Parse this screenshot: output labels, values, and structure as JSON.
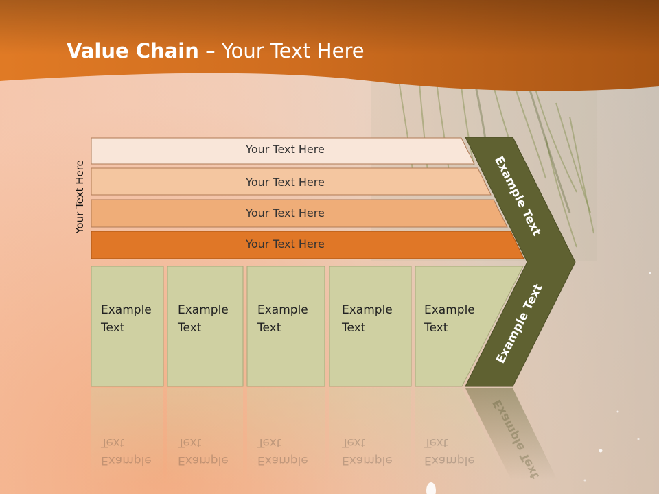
{
  "slide": {
    "title_bold": "Value Chain",
    "title_rest": " – Your Text Here",
    "side_label": "Your Text Here",
    "bars": [
      {
        "label": "Your Text Here",
        "color": "#f9e6d9"
      },
      {
        "label": "Your Text Here",
        "color": "#f4c6a0"
      },
      {
        "label": "Your Text Here",
        "color": "#efad78"
      },
      {
        "label": "Your Text Here",
        "color": "#e07727"
      }
    ],
    "boxes": [
      {
        "line1": "Example",
        "line2": "Text"
      },
      {
        "line1": "Example",
        "line2": "Text"
      },
      {
        "line1": "Example",
        "line2": "Text"
      },
      {
        "line1": "Example",
        "line2": "Text"
      },
      {
        "line1": "Example",
        "line2": "Text"
      }
    ],
    "chevron_top": "Example Text",
    "chevron_bottom": "Example Text",
    "colors": {
      "header": "#c8621a",
      "chevron": "#5f6131",
      "box": "#cfd0a2",
      "box_border": "#a7a97a"
    }
  }
}
